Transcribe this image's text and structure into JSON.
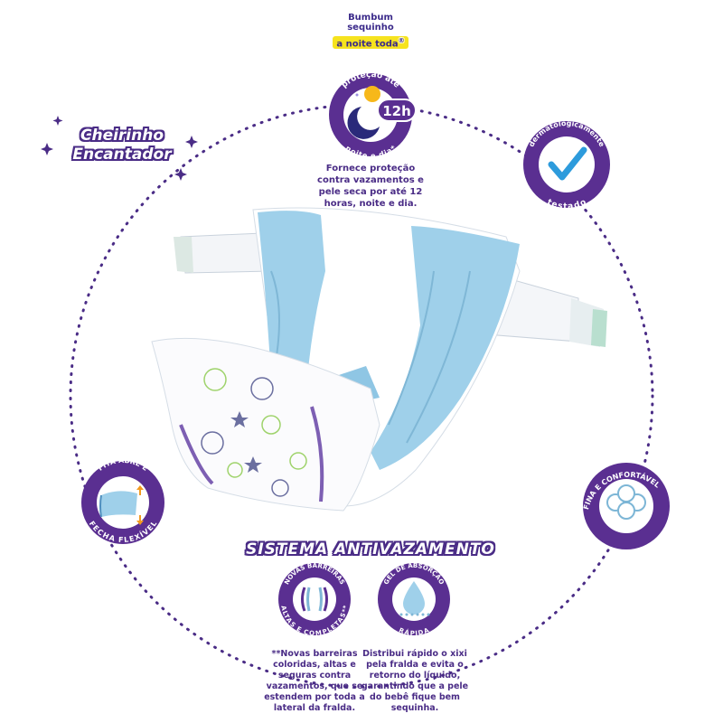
{
  "headline": {
    "line1": "Bumbum",
    "line2": "sequinho",
    "line3": "a noite toda",
    "mark": "®"
  },
  "scent_badge": {
    "line1": "Cheirinho",
    "line2": "Encantador"
  },
  "features": {
    "night_protection": {
      "top_label": "proteção até",
      "bottom_label": "noite e dia*",
      "hours": "12h",
      "description": [
        "Fornece proteção",
        "contra vazamentos e",
        "pele seca por até 12",
        "horas, noite e dia."
      ]
    },
    "dermatological": {
      "top_label": "dermatologicamente",
      "bottom_label": "testado"
    },
    "flexible_tape": {
      "top_label": "FITA ABRE E",
      "bottom_label": "FECHA FLEXÍVEL"
    },
    "thin_comfort": {
      "label": "FINA E CONFORTÁVEL"
    }
  },
  "antileak": {
    "title": "SISTEMA ANTIVAZAMENTO",
    "barriers": {
      "top_label": "NOVAS BARREIRAS",
      "bottom_label": "ALTAS E COMPLETAS**",
      "description": [
        "**Novas barreiras",
        "coloridas, altas e",
        "seguras contra",
        "vazamentos, que se",
        "estendem por toda a",
        "lateral da fralda."
      ]
    },
    "gel": {
      "top_label": "GEL DE ABSORÇÃO",
      "bottom_label": "RÁPIDA",
      "description": [
        "Distribui rápido o xixi",
        "pela fralda e evita o",
        "retorno do líquido,",
        "garantindo que a pele",
        "do bebê fique bem",
        "sequinha."
      ]
    }
  },
  "colors": {
    "brand_purple": "#4a2c86",
    "ring_purple": "#5a2f91",
    "accent_yellow": "#f6e31e",
    "diaper_blue": "#9fd0ea",
    "check_blue": "#2d9bdc"
  }
}
